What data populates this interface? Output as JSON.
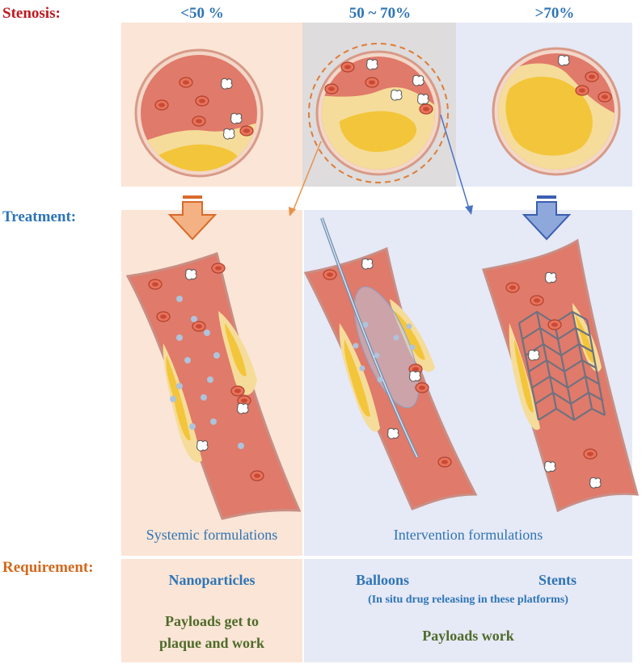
{
  "rows": {
    "stenosis_label": "Stenosis:",
    "treatment_label": "Treatment:",
    "requirement_label": "Requirement:"
  },
  "stages": [
    {
      "label": "<50 %"
    },
    {
      "label": "50 ~ 70%"
    },
    {
      "label": ">70%"
    }
  ],
  "treatment": {
    "systemic_caption": "Systemic formulations",
    "intervention_caption": "Intervention formulations"
  },
  "requirement": {
    "nanoparticles": "Nanoparticles",
    "balloons": "Balloons",
    "stents": "Stents",
    "platforms_note": "(In situ drug releasing in these platforms)",
    "systemic_goal_line1": "Payloads get to",
    "systemic_goal_line2": "plaque and work",
    "intervention_goal": "Payloads work"
  },
  "colors": {
    "stenosis_label": "#c0191f",
    "treatment_label": "#2e75b6",
    "requirement_label": "#d2691e",
    "stage_text": "#2e75b6",
    "systemic_bg": "#fbe5d6",
    "intervention_bg": "#e6e9f6",
    "middle_stage_bg": "#dedcdd",
    "vessel_wall": "#e07a6a",
    "plaque": "#f3c53a",
    "goal_text": "#4e6b2a"
  },
  "icons": [
    "down-arrow-orange-icon",
    "down-arrow-blue-icon",
    "balloon-catheter-icon",
    "stent-mesh-icon",
    "red-blood-cell-icon",
    "platelet-icon"
  ]
}
